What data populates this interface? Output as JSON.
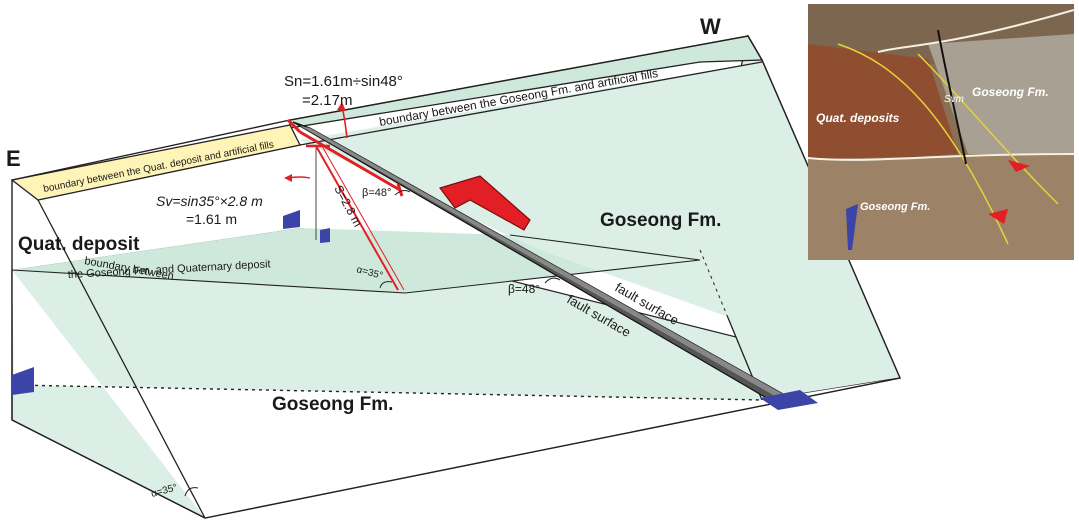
{
  "compass": {
    "east": "E",
    "west": "W"
  },
  "units": {
    "goseong_front": "Goseong Fm.",
    "goseong_upper": "Goseong Fm.",
    "quat_deposit": "Quat. deposit"
  },
  "boundaries": {
    "quat_artificial": "boundary between the Quat. deposit and artificial fills",
    "goseong_artificial": "boundary between the Goseong Fm. and artificial fills",
    "goseong_quat_line1": "boundary between",
    "goseong_quat_line2": "the Goseong Fm. and Quaternary deposit"
  },
  "equations": {
    "sn_line1": "Sn=1.61m÷sin48°",
    "sn_line2": "=2.17m",
    "sv_line1": "Sv=sin35°×2.8 m",
    "sv_line2": "=1.61 m",
    "s_slant": "S=2.8 m"
  },
  "angles": {
    "beta_upper": "β=48°",
    "beta_lower": "β=48°",
    "alpha_slope": "α=35°",
    "alpha_corner": "α=35°"
  },
  "fault": {
    "label1": "fault surface",
    "label2": "fault surface"
  },
  "photo": {
    "quat": "Quat. deposits",
    "goseong_upper": "Goseong Fm.",
    "goseong_lower": "Goseong Fm.",
    "svm": "Svm"
  },
  "colors": {
    "green_fill": "#dcefe6",
    "green_band": "#cfe8dc",
    "yellow_band": "#fff4b8",
    "fault_gray": "#4a4a4a",
    "arrow_red": "#e31e24",
    "blue_marker": "#3c44a8"
  }
}
